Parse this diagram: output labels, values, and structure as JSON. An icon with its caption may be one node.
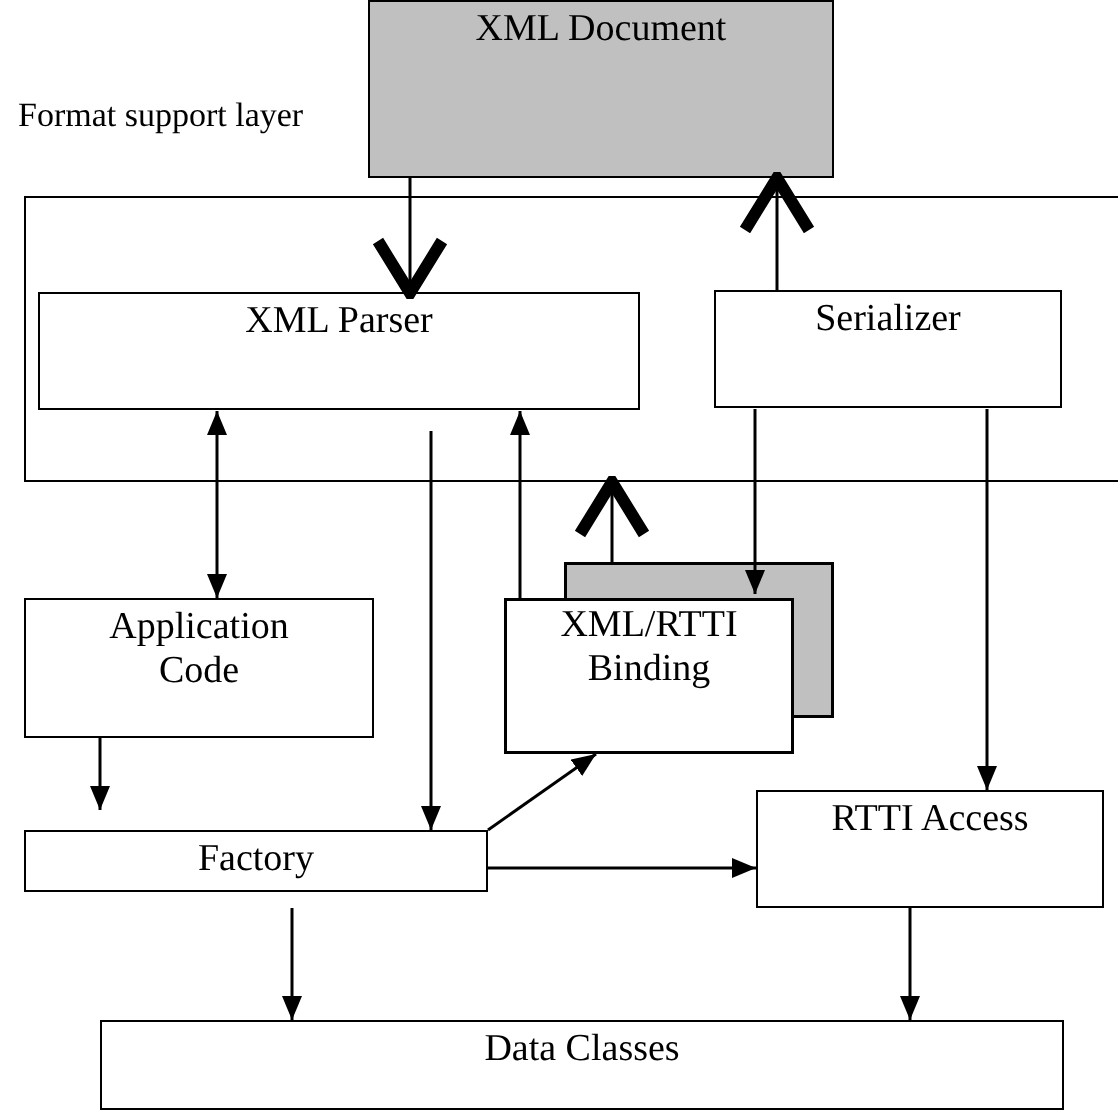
{
  "diagram": {
    "nodes": [
      {
        "text": [
          "XML Document"
        ]
      },
      {
        "text": [
          "Format support layer"
        ]
      },
      {
        "text": [
          "XML Parser"
        ],
        "in": 1
      },
      {
        "text": [
          "Serializer"
        ],
        "in": 1
      },
      {
        "text": [
          "Application Code"
        ]
      },
      {
        "text": [
          "XML/RTTI Binding"
        ]
      },
      {
        "text": [
          "Factory"
        ]
      },
      {
        "text": [
          "RTTI Access"
        ]
      },
      {
        "text": [
          "Data Classes"
        ]
      }
    ],
    "edges": [
      {
        "from": 0,
        "to": 2,
        "arrow": "to"
      },
      {
        "from": 3,
        "to": 0,
        "arrow": "to"
      },
      {
        "from": 2,
        "to": 4,
        "arrow": "both"
      },
      {
        "from": 2,
        "to": 6,
        "arrow": "to"
      },
      {
        "from": 5,
        "to": 2,
        "arrow": "to"
      },
      {
        "from": 5,
        "to": 1,
        "arrow": "to"
      },
      {
        "from": 3,
        "to": 5,
        "arrow": "to"
      },
      {
        "from": 3,
        "to": 7,
        "arrow": "to"
      },
      {
        "from": 4,
        "to": 6,
        "arrow": "to"
      },
      {
        "from": 6,
        "to": 5,
        "arrow": "to"
      },
      {
        "from": 6,
        "to": 7,
        "arrow": "to"
      },
      {
        "from": 6,
        "to": 8,
        "arrow": "to"
      },
      {
        "from": 7,
        "to": 8,
        "arrow": "to"
      }
    ]
  }
}
